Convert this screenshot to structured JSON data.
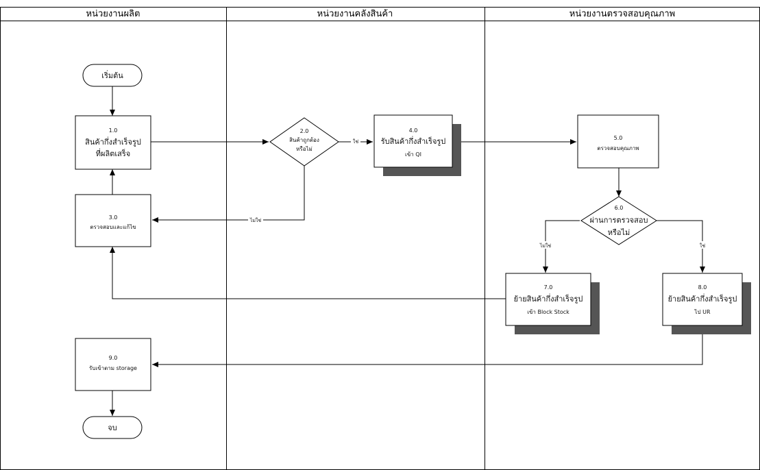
{
  "lanes": [
    {
      "title": "หน่วยงานผลิต"
    },
    {
      "title": "หน่วยงานคลังสินค้า"
    },
    {
      "title": "หน่วยงานตรวจสอบคุณภาพ"
    }
  ],
  "nodes": {
    "start": {
      "label": "เริ่มต้น"
    },
    "n1": {
      "num": "1.0",
      "line1": "สินค้ากึ่งสำเร็จรูป",
      "line2": "ที่ผลิตเสร็จ"
    },
    "n2": {
      "num": "2.0",
      "line1": "สินค้าถูกต้อง",
      "line2": "หรือไม่"
    },
    "n3": {
      "num": "3.0",
      "line1": "ตรวจสอบและแก้ไข"
    },
    "n4": {
      "num": "4.0",
      "line1": "รับสินค้ากึ่งสำเร็จรูป",
      "line2": "เข้า QI"
    },
    "n5": {
      "num": "5.0",
      "line1": "ตรวจสอบคุณภาพ"
    },
    "n6": {
      "num": "6.0",
      "line1": "ผ่านการตรวจสอบ",
      "line2": "หรือไม่"
    },
    "n7": {
      "num": "7.0",
      "line1": "ย้ายสินค้ากึ่งสำเร็จรูป",
      "line2": "เข้า Block Stock"
    },
    "n8": {
      "num": "8.0",
      "line1": "ย้ายสินค้ากึ่งสำเร็จรูป",
      "line2": "ไป UR"
    },
    "n9": {
      "num": "9.0",
      "line1": "รับเข้าตาม storage"
    },
    "end": {
      "label": "จบ"
    }
  },
  "edge_labels": {
    "n2_yes": "ใช่",
    "n2_no": "ไม่ใช่",
    "n6_no": "ไม่ใช่",
    "n6_yes": "ใช่"
  }
}
